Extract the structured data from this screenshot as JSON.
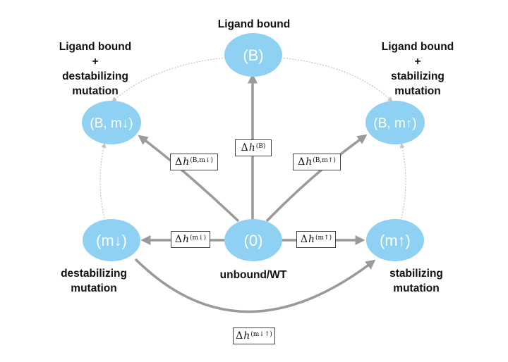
{
  "nodes": {
    "B": "(B)",
    "Bmd": "(B, m↓)",
    "Bmu": "(B, m↑)",
    "md": "(m↓)",
    "zero": "(0)",
    "mu": "(m↑)"
  },
  "labels": {
    "top": "Ligand bound",
    "top_left": [
      "Ligand bound",
      "+",
      "destabilizing",
      "mutation"
    ],
    "top_right": [
      "Ligand bound",
      "+",
      "stabilizing",
      "mutation"
    ],
    "bottom_left": [
      "destabilizing",
      "mutation"
    ],
    "center": "unbound/WT",
    "bottom_right": [
      "stabilizing",
      "mutation"
    ]
  },
  "edges": {
    "delta": "Δ",
    "h": "h",
    "B": "(B)",
    "Bmd": "(B,m↓)",
    "Bmu": "(B,m↑)",
    "md": "(m↓)",
    "mu": "(m↑)",
    "mdmu": "(m↓↑)"
  },
  "colors": {
    "node_fill": "#8fd1f2",
    "arrow": "#9a9a9a",
    "dotted": "#c4c4c4"
  }
}
